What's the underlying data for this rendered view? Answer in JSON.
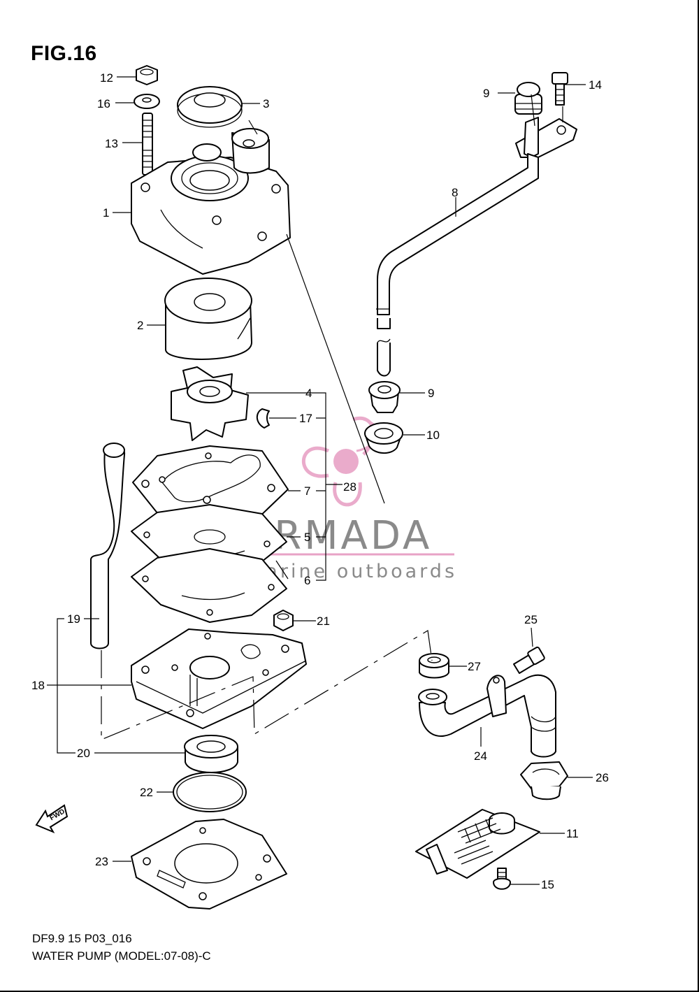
{
  "figure": {
    "title": "FIG.16",
    "code": "DF9.9 15 P03_016",
    "caption": "WATER PUMP (MODEL:07-08)-C"
  },
  "watermark": {
    "brand": "ARMADA",
    "tagline": "marine outboards",
    "accent_color": "#e8a3c6",
    "text_color": "#8a8a8a"
  },
  "fwd_marker": {
    "label": "FWD"
  },
  "callouts": {
    "p1": "1",
    "p2": "2",
    "p3": "3",
    "p4": "4",
    "p5": "5",
    "p6": "6",
    "p7": "7",
    "p8": "8",
    "p9a": "9",
    "p9b": "9",
    "p10": "10",
    "p11": "11",
    "p12": "12",
    "p13": "13",
    "p14": "14",
    "p15": "15",
    "p16": "16",
    "p17": "17",
    "p18": "18",
    "p19": "19",
    "p20": "20",
    "p21": "21",
    "p22": "22",
    "p23": "23",
    "p24": "24",
    "p25": "25",
    "p26": "26",
    "p27": "27",
    "p28": "28"
  }
}
